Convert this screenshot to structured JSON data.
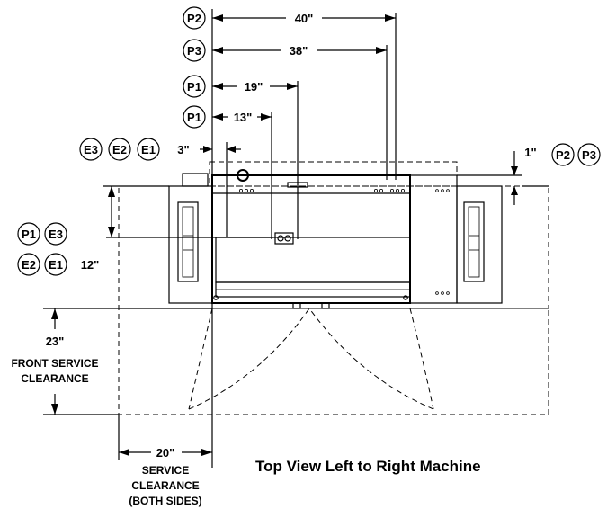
{
  "dimensions": {
    "d40": "40\"",
    "d38": "38\"",
    "d19": "19\"",
    "d13": "13\"",
    "d3": "3\"",
    "d1": "1\"",
    "d12": "12\"",
    "d23": "23\"",
    "d20": "20\""
  },
  "bubbles": {
    "p2": "P2",
    "p3": "P3",
    "p1": "P1",
    "e1": "E1",
    "e2": "E2",
    "e3": "E3"
  },
  "labels": {
    "front_service_1": "FRONT SERVICE",
    "front_service_2": "CLEARANCE",
    "service_1": "SERVICE",
    "service_2": "CLEARANCE",
    "service_3": "(BOTH SIDES)"
  },
  "caption": "Top View Left to Right Machine"
}
